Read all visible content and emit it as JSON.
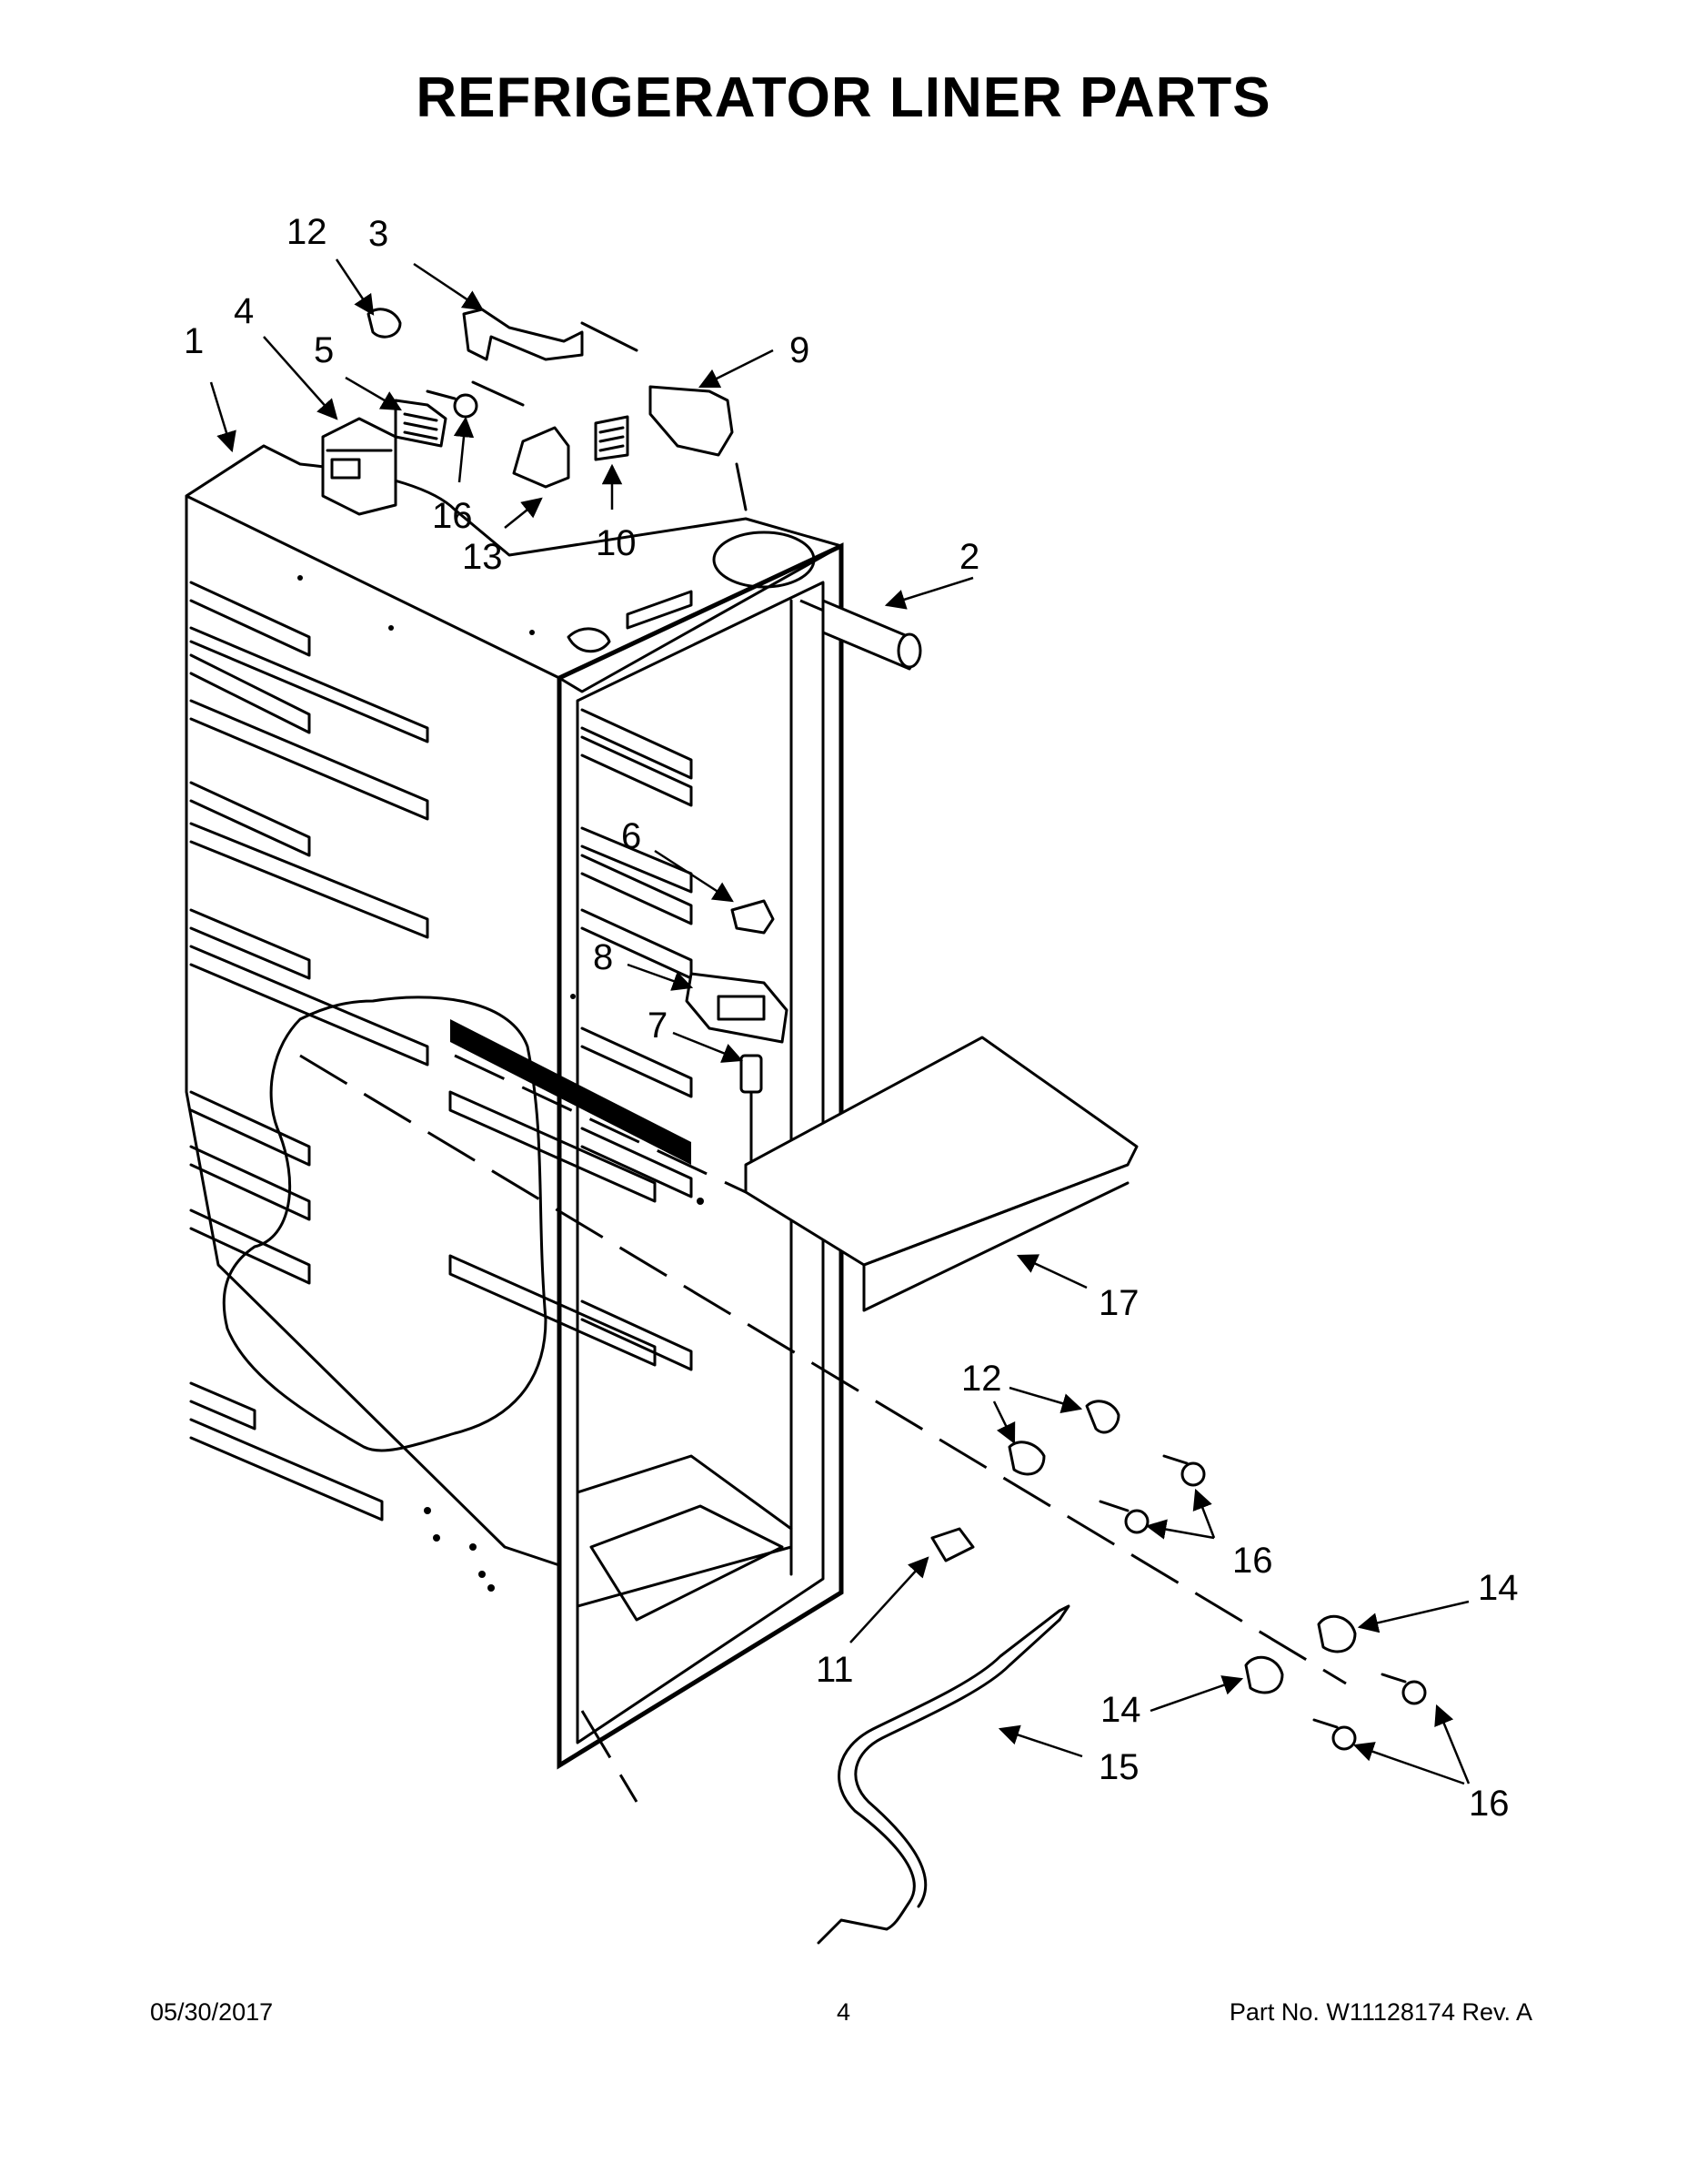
{
  "title": "REFRIGERATOR LINER PARTS",
  "callouts": {
    "c1": "1",
    "c2": "2",
    "c3": "3",
    "c4": "4",
    "c5": "5",
    "c6": "6",
    "c7": "7",
    "c8": "8",
    "c9": "9",
    "c10": "10",
    "c11": "11",
    "c12a": "12",
    "c12b": "12",
    "c13": "13",
    "c14a": "14",
    "c14b": "14",
    "c15": "15",
    "c16a": "16",
    "c16b": "16",
    "c16c": "16",
    "c17": "17"
  },
  "footer": {
    "date": "05/30/2017",
    "page": "4",
    "part": "Part No.  W11128174  Rev.  A"
  }
}
